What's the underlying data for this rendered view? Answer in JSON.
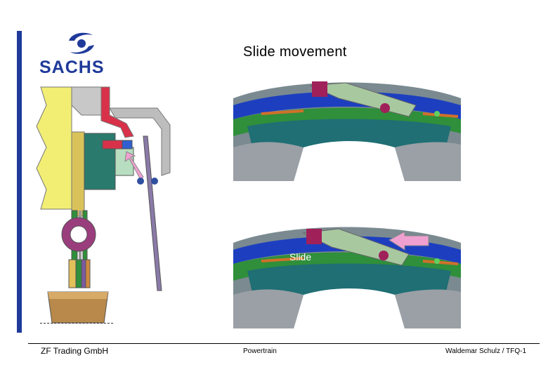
{
  "slide": {
    "title": "Slide movement",
    "annotation": "Slide"
  },
  "logo": {
    "brand": "SACHS",
    "color": "#1f3a9a"
  },
  "footer": {
    "company": "ZF Trading GmbH",
    "department": "Powertrain",
    "author": "Waldemar Schulz / TFQ-1"
  },
  "colors": {
    "accent_bar": "#1f3a9a",
    "arrow": "#f0a0d0",
    "teal": "#1f6f74",
    "green": "#2f8f3a"
  }
}
